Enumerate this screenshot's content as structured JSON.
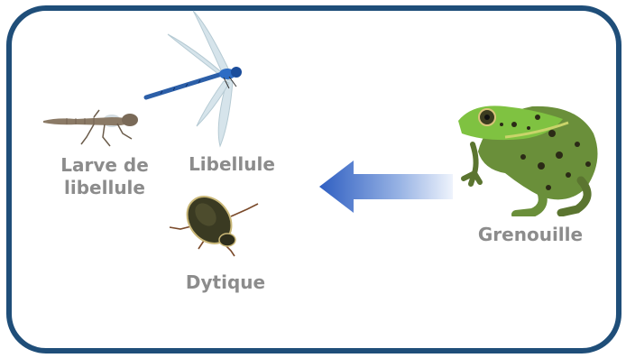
{
  "labels": {
    "larve": "Larve de\nlibellule",
    "libellule": "Libellule",
    "dytique": "Dytique",
    "grenouille": "Grenouille"
  },
  "arrow": {
    "direction": "left",
    "from": "Grenouille",
    "to": "Libellule",
    "color": "#3a66c6"
  },
  "colors": {
    "border": "#1f4e79",
    "label": "#8c8c8c"
  },
  "icons": [
    "dragonfly-larva-icon",
    "dragonfly-icon",
    "diving-beetle-icon",
    "frog-icon"
  ]
}
